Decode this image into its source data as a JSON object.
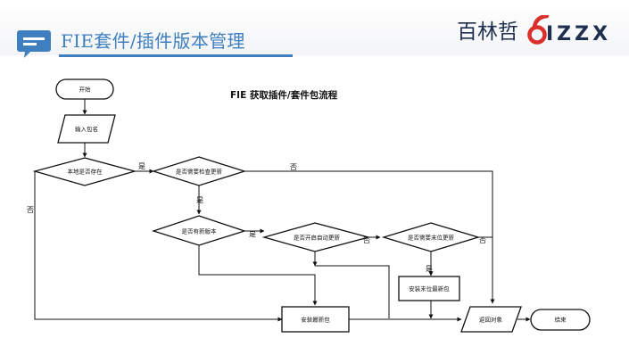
{
  "header": {
    "title": "FIE套件/插件版本管理",
    "logo_text": "百林哲",
    "logo_suffix": "IZZX",
    "accent_color": "#3f7fbf",
    "logo_color": "#1f2f4f",
    "logo_mark_color": "#d9302c",
    "icon": "speech-bubble-icon"
  },
  "diagram": {
    "title": "FIE 获取插件/套件包流程",
    "nodes": {
      "start": "开始",
      "input_pkg": "输入包名",
      "exists_local": "本地是否存在",
      "need_check": "是否需要检查更新",
      "has_new": "是否有新版本",
      "auto_update": "是否开启自动更新",
      "need_last": "是否需要末位更新",
      "install_last": "安装末位最新包",
      "install_latest": "安装最新包",
      "return_obj": "返回对象",
      "end": "结束"
    },
    "edge_labels": {
      "yes": "是",
      "no": "否"
    }
  }
}
